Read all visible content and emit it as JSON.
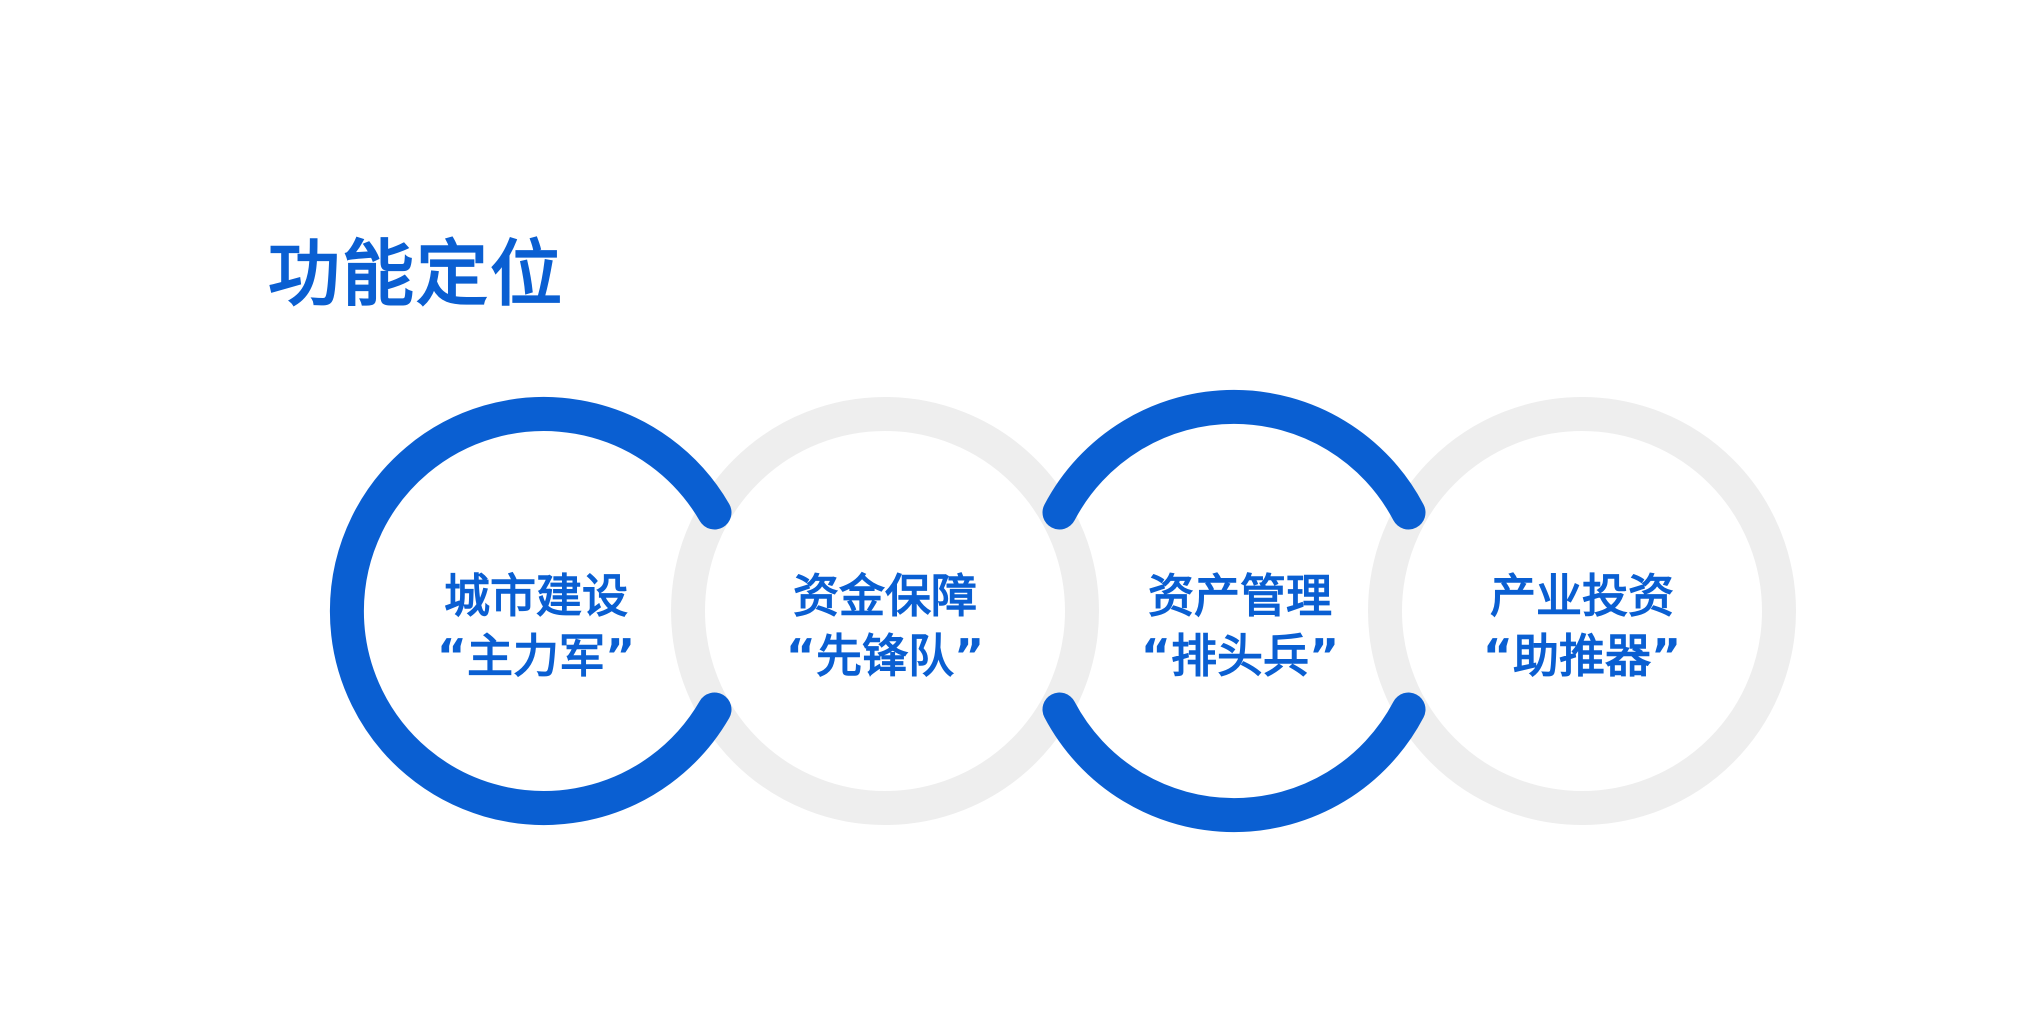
{
  "title": "功能定位",
  "colors": {
    "accent": "#0a5fd2",
    "ring_inactive": "#eeeeee",
    "label": "#0a5fd2",
    "background": "#ffffff"
  },
  "rings": [
    {
      "line1": "城市建设",
      "line2": "“主力军”",
      "style": "accent"
    },
    {
      "line1": "资金保障",
      "line2": "“先锋队”",
      "style": "inactive"
    },
    {
      "line1": "资产管理",
      "line2": "“排头兵”",
      "style": "accent"
    },
    {
      "line1": "产业投资",
      "line2": "“助推器”",
      "style": "inactive"
    }
  ]
}
